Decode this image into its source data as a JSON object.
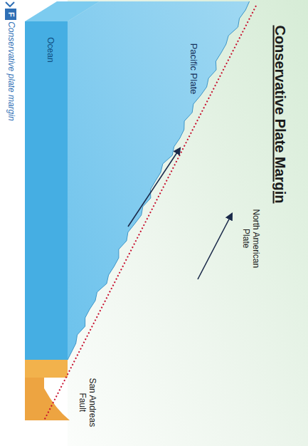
{
  "diagram": {
    "title": "Conservative Plate Margin",
    "caption": "Conservative plate margin",
    "labels": [
      "Pacific Plate",
      "Ocean",
      "North American Plate",
      "San Andreas Fault",
      "F"
    ]
  }
}
